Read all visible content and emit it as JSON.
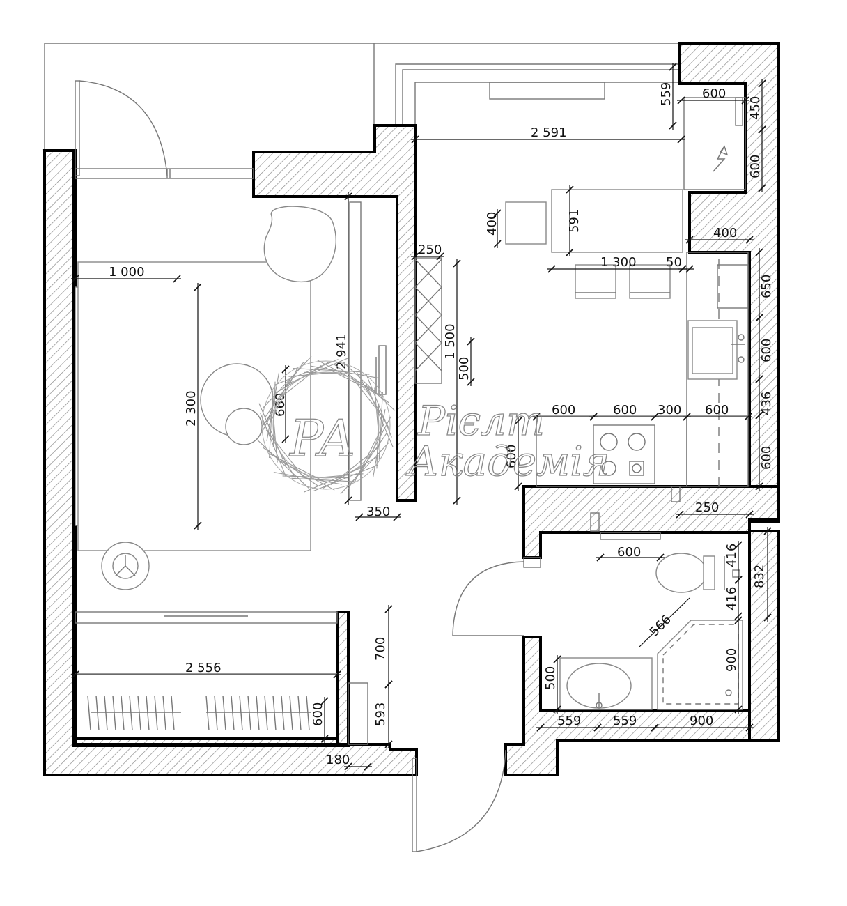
{
  "dimensions": {
    "kitchen_width": "2 591",
    "balcony_depth": "559",
    "fridge_width": "600",
    "fridge_depth": "450",
    "boiler_height": "600",
    "chair_depth": "400",
    "table_depth": "591",
    "table_length": "1 300",
    "table_gap": "50",
    "niche_width": "400",
    "cabinet_650": "650",
    "sink_600": "600",
    "gap_436": "436",
    "counter_600_right": "600",
    "counter_1": "600",
    "counter_2": "600",
    "counter_3": "300",
    "counter_4": "600",
    "counter_depth": "600",
    "shelf_width": "250",
    "shelf_height": "1 500",
    "shelf_offset": "500",
    "sofa_depth": "1 000",
    "sofa_length": "2 300",
    "room_length": "2 941",
    "table_round": "660",
    "tv_stand": "350",
    "wardrobe_length": "2 556",
    "wardrobe_depth": "600",
    "hall_700": "700",
    "hall_593": "593",
    "wall_180": "180",
    "bath_250": "250",
    "toilet_width": "600",
    "toilet_416_a": "416",
    "toilet_416_b": "416",
    "bath_832": "832",
    "shower_diag": "566",
    "shower_size": "900",
    "basin_depth": "500",
    "bath_559_a": "559",
    "bath_559_b": "559",
    "bath_900": "900"
  },
  "watermark": {
    "monogram": "PA",
    "line1": "Рієлт",
    "line2": "Академія"
  }
}
